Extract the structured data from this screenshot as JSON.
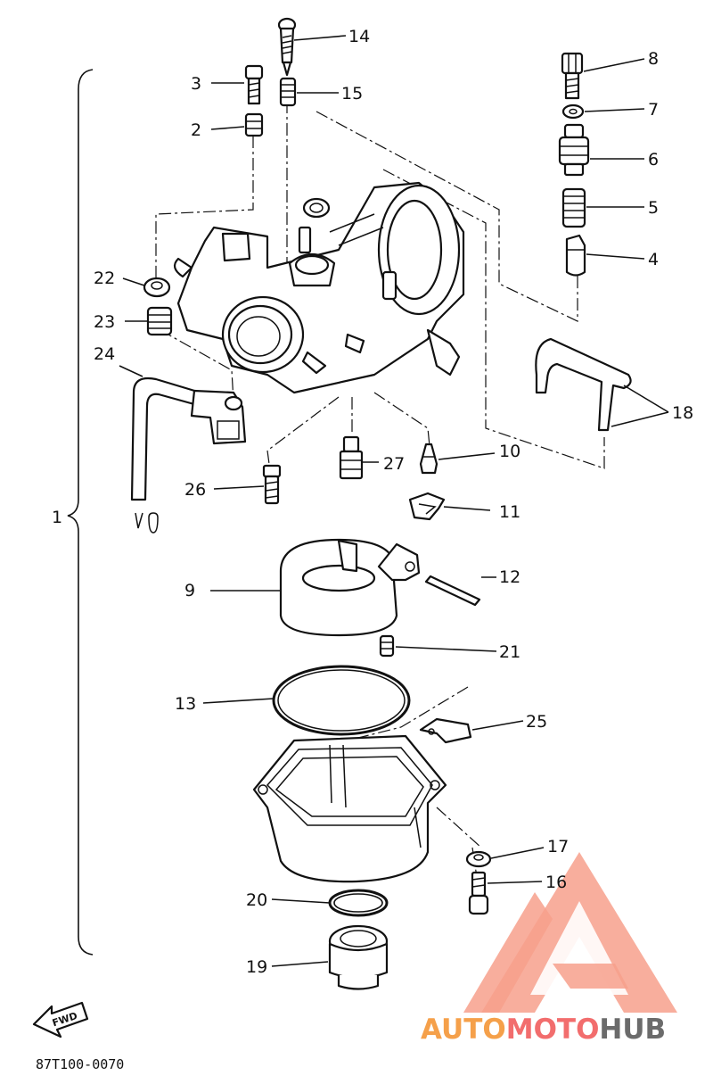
{
  "parts": [
    {
      "ref": "14"
    },
    {
      "ref": "15"
    },
    {
      "ref": "3"
    },
    {
      "ref": "2"
    },
    {
      "ref": "8"
    },
    {
      "ref": "7"
    },
    {
      "ref": "6"
    },
    {
      "ref": "5"
    },
    {
      "ref": "4"
    },
    {
      "ref": "22"
    },
    {
      "ref": "23"
    },
    {
      "ref": "24"
    },
    {
      "ref": "18"
    },
    {
      "ref": "10"
    },
    {
      "ref": "27"
    },
    {
      "ref": "26"
    },
    {
      "ref": "11"
    },
    {
      "ref": "1"
    },
    {
      "ref": "9"
    },
    {
      "ref": "12"
    },
    {
      "ref": "21"
    },
    {
      "ref": "13"
    },
    {
      "ref": "25"
    },
    {
      "ref": "17"
    },
    {
      "ref": "16"
    },
    {
      "ref": "20"
    },
    {
      "ref": "19"
    }
  ],
  "fwd_label": "FWD",
  "diagram_code": "87T100-0070",
  "watermark": {
    "part1": "AUTO",
    "part2": "MOTO",
    "part3": "HUB",
    "color_orange": "#f5a04a",
    "color_red": "#f26d6d",
    "color_gray": "#6b6b6b"
  }
}
